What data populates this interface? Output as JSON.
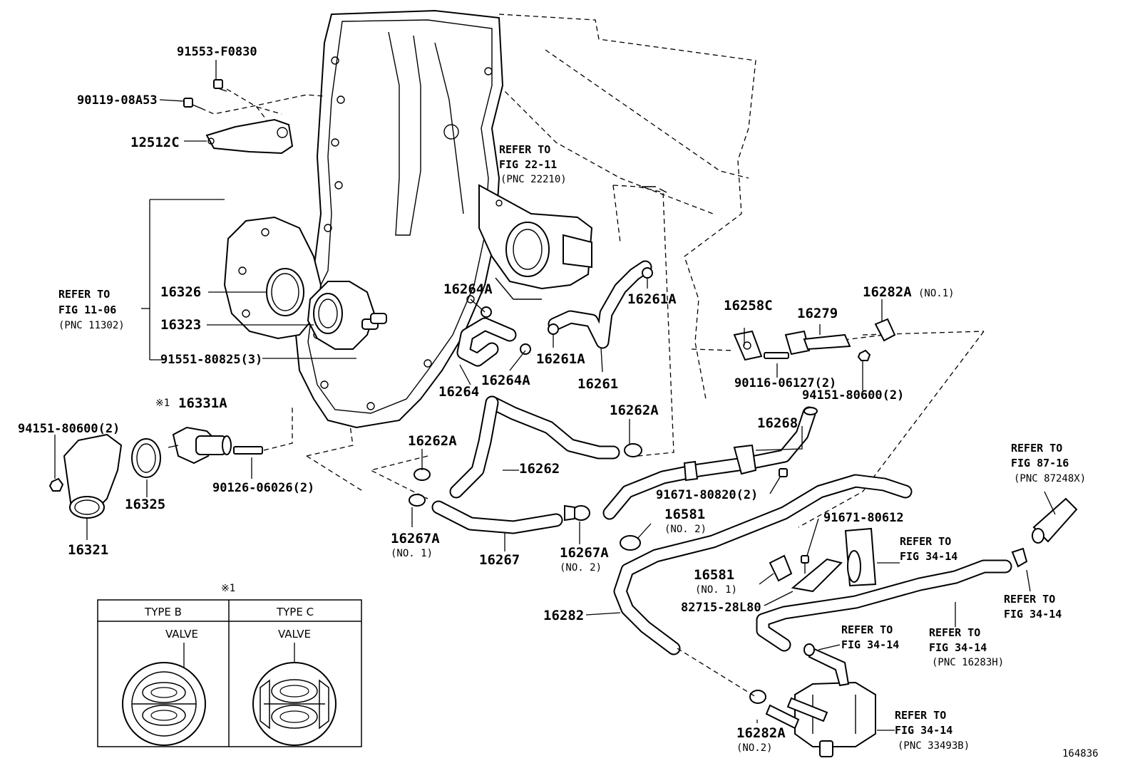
{
  "figure_code": "164836",
  "parts": {
    "bolt_91553": "91553-F0830",
    "bolt_90119": "90119-08A53",
    "bracket_12512C": "12512C",
    "refer_timing": {
      "line1": "REFER TO",
      "line2": "FIG 11-06",
      "line3": "(PNC 11302)"
    },
    "p16326": "16326",
    "p16323": "16323",
    "bolt_91551": "91551-80825(3)",
    "thermostat": {
      "mark": "※1",
      "number": "16331A"
    },
    "nut_94151_left": "94151-80600(2)",
    "p16325": "16325",
    "p16321": "16321",
    "stud_90126": "90126-06026(2)",
    "refer_throttle": {
      "line1": "REFER TO",
      "line2": "FIG 22-11",
      "line3": "(PNC 22210)"
    },
    "p16264A_top": "16264A",
    "p16264A_low": "16264A",
    "p16264": "16264",
    "p16261A_top": "16261A",
    "p16261A_mid": "16261A",
    "p16261": "16261",
    "p16258C": "16258C",
    "p16279": "16279",
    "p16282A_top": {
      "number": "16282A",
      "note": "(NO.1)"
    },
    "stud_90116": "90116-06127(2)",
    "nut_94151_right": "94151-80600(2)",
    "p16262A_left": "16262A",
    "p16262A_right": "16262A",
    "p16262": "16262",
    "p16268": "16268",
    "bolt_91671_80820": "91671-80820(2)",
    "p16267A_no1": {
      "number": "16267A",
      "note": "(NO. 1)"
    },
    "p16267": "16267",
    "p16267A_no2": {
      "number": "16267A",
      "note": "(NO. 2)"
    },
    "p16581_no2": {
      "number": "16581",
      "note": "(NO. 2)"
    },
    "bolt_91671_80612": "91671-80612",
    "refer_fig34_a": {
      "line1": "REFER TO",
      "line2": "FIG 34-14"
    },
    "refer_fig87": {
      "line1": "REFER TO",
      "line2": "FIG 87-16",
      "line3": "(PNC 87248X)"
    },
    "p16581_no1": {
      "number": "16581",
      "note": "(NO. 1)"
    },
    "clamp_82715": "82715-28L80",
    "refer_fig34_b": {
      "line1": "REFER TO",
      "line2": "FIG 34-14"
    },
    "p16282": "16282",
    "refer_fig34_c": {
      "line1": "REFER TO",
      "line2": "FIG 34-14"
    },
    "refer_fig34_d": {
      "line1": "REFER TO",
      "line2": "FIG 34-14",
      "line3": "(PNC 16283H)"
    },
    "p16282A_bottom": {
      "number": "16282A",
      "note": "(NO.2)"
    },
    "refer_fig34_e": {
      "line1": "REFER TO",
      "line2": "FIG 34-14",
      "line3": "(PNC 33493B)"
    }
  },
  "inset": {
    "mark": "※1",
    "type_b": {
      "header": "TYPE B",
      "label": "VALVE"
    },
    "type_c": {
      "header": "TYPE C",
      "label": "VALVE"
    }
  }
}
